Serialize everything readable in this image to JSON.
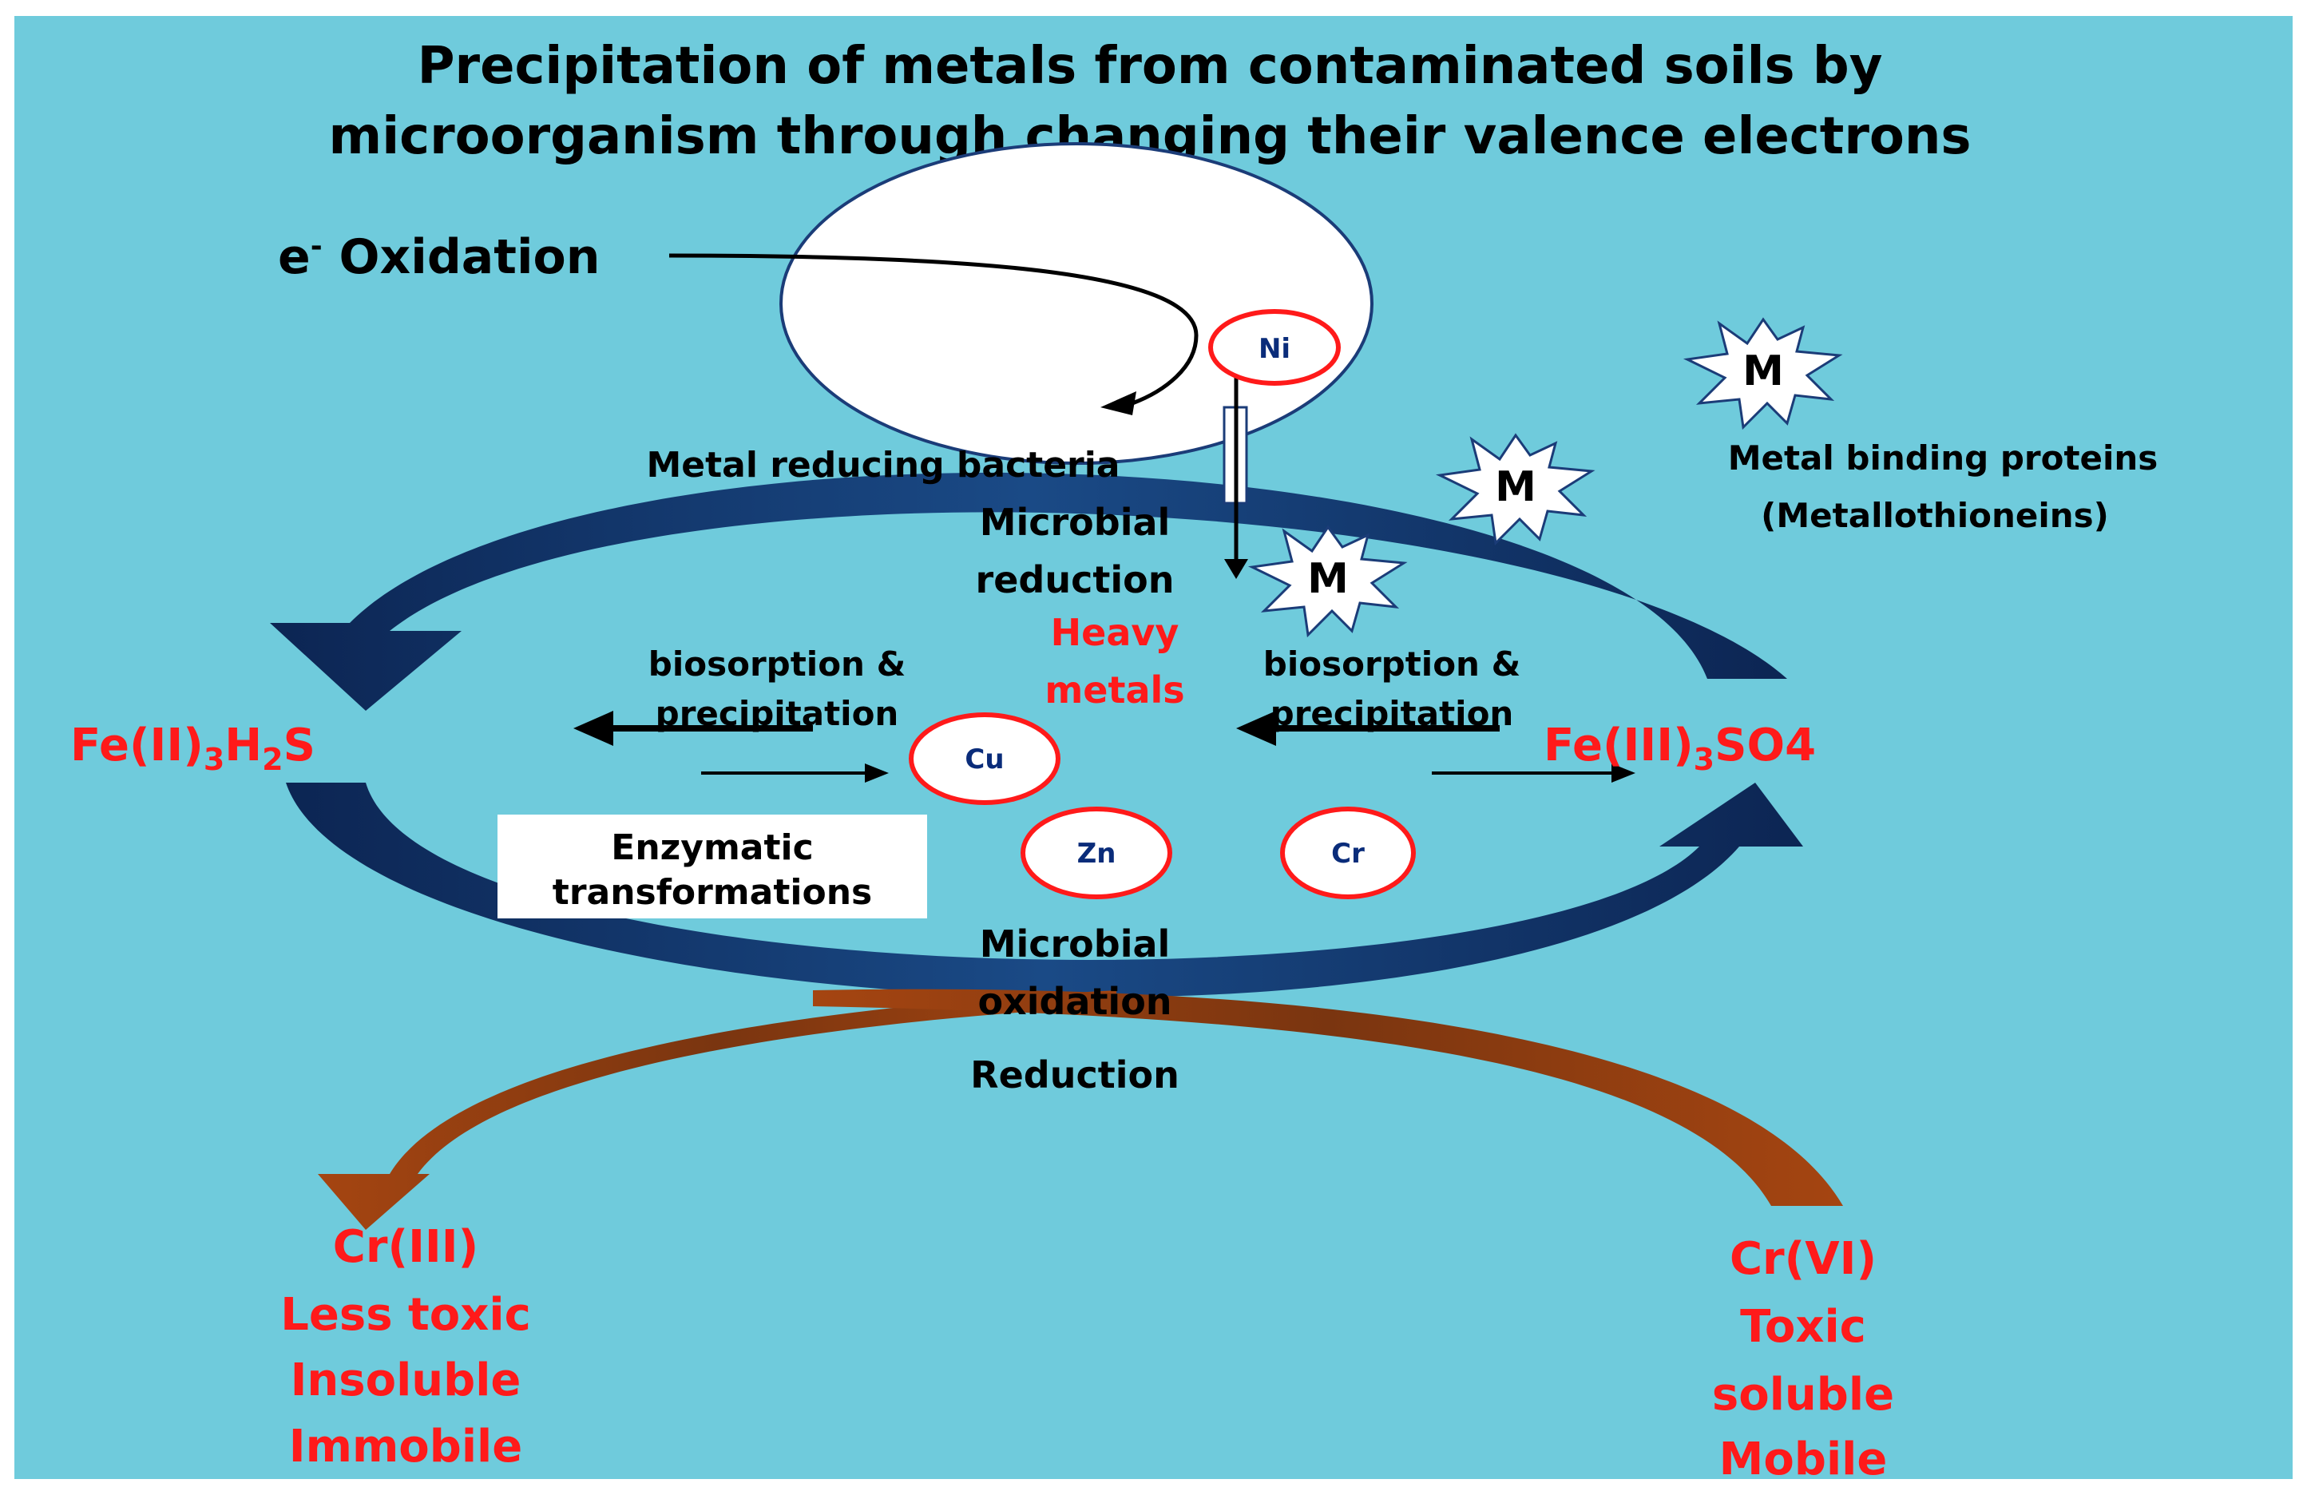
{
  "title": {
    "line1": "Precipitation of metals from contaminated soils  by",
    "line2": "microorganism through changing their valence electrons"
  },
  "oxidation_label": {
    "prefix": "e",
    "sup": "-",
    "text": " Oxidation"
  },
  "bacteria_label": "Metal reducing  bacteria",
  "microbial_reduction": [
    "Microbial",
    "reduction"
  ],
  "heavy_metals": [
    "Heavy",
    "metals"
  ],
  "biosorption_left": [
    "biosorption &",
    "precipitation"
  ],
  "biosorption_right": [
    "biosorption &",
    "precipitation"
  ],
  "fe2_label": {
    "a": "Fe(II)",
    "b": "3",
    "c": "H",
    "d": "2",
    "e": "S"
  },
  "fe3_label": {
    "a": "Fe(III)",
    "b": "3",
    "c": "SO4"
  },
  "enzymatic": [
    "Enzymatic",
    "transformations"
  ],
  "microbial_oxidation": [
    "Microbial",
    "oxidation"
  ],
  "reduction_label": "Reduction",
  "metal_binding": [
    "Metal binding  proteins",
    "(Metallothioneins)"
  ],
  "metals": {
    "ni": "Ni",
    "cu": "Cu",
    "zn": "Zn",
    "cr": "Cr"
  },
  "m_symbol": "M",
  "cr3": [
    "Cr(III)",
    "Less toxic",
    "Insoluble",
    "Immobile"
  ],
  "cr6": [
    "Cr(VI)",
    "Toxic",
    "soluble",
    "Mobile"
  ],
  "colors": {
    "background": "#6fcbdc",
    "accent_red": "#ff1a1a",
    "dark_blue_arrow": "#0e2a57",
    "brown_arrow": "#9a3a0a",
    "metal_text": "#0a2c7a"
  }
}
